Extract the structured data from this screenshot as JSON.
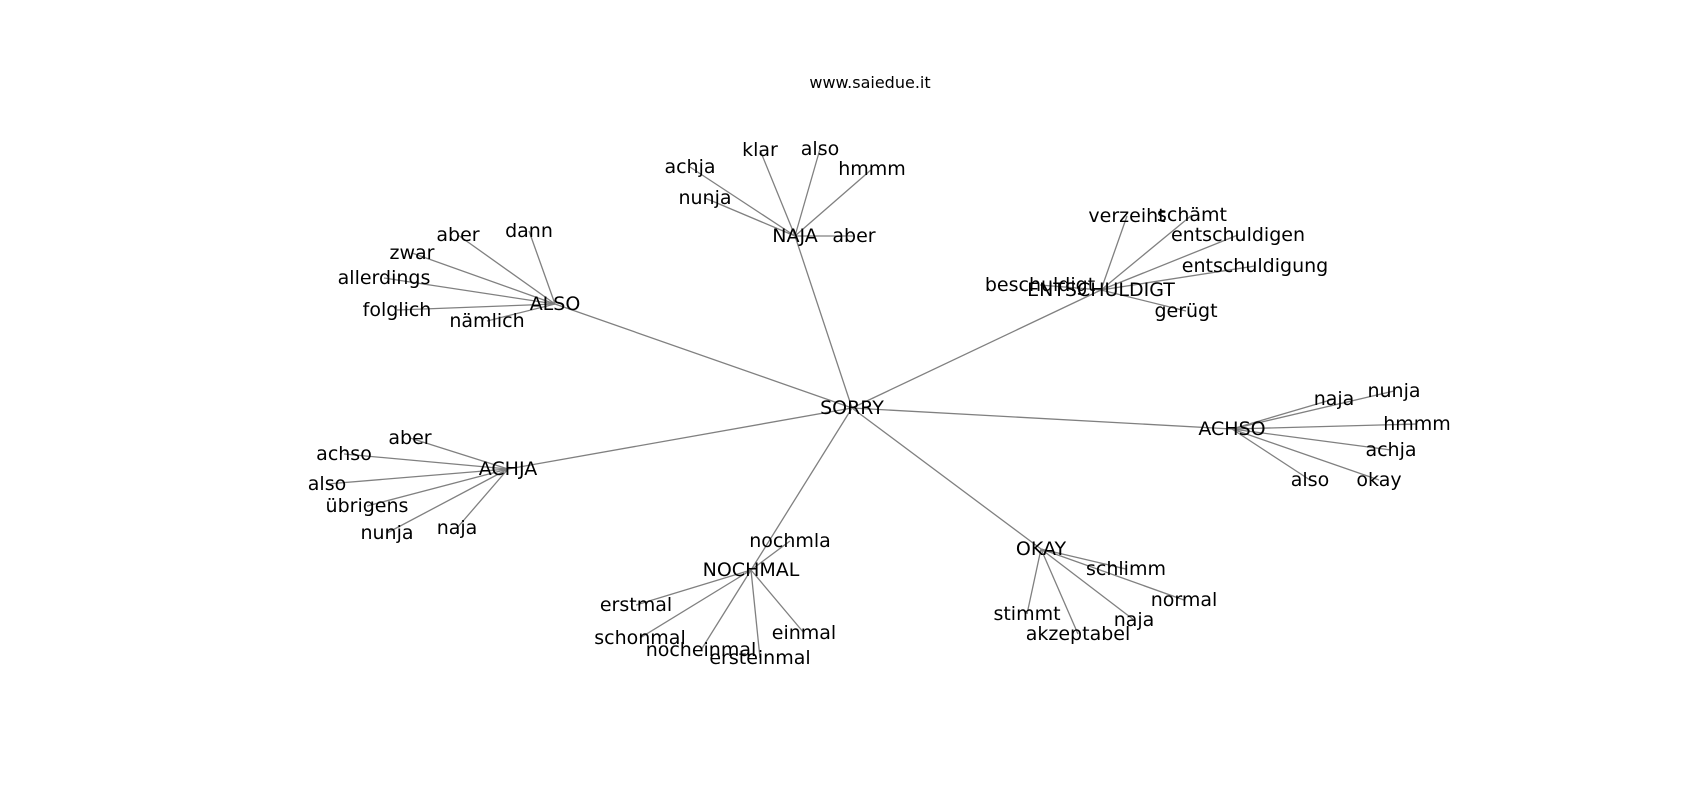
{
  "title": "www.saiedue.it",
  "colors": {
    "edge": "#808080",
    "text": "#000000",
    "background": "#ffffff"
  },
  "graph": {
    "root": "SORRY",
    "hubs": [
      {
        "label": "NAJA",
        "leaves": [
          "achja",
          "klar",
          "also",
          "hmmm",
          "nunja",
          "aber"
        ]
      },
      {
        "label": "ALSO",
        "leaves": [
          "aber",
          "dann",
          "zwar",
          "allerdings",
          "folglich",
          "nämlich"
        ]
      },
      {
        "label": "ENTSCHULDIGT",
        "leaves": [
          "verzeiht",
          "schämt",
          "entschuldigen",
          "entschuldigung",
          "beschuldigt",
          "gerügt"
        ]
      },
      {
        "label": "ACHSO",
        "leaves": [
          "naja",
          "nunja",
          "hmmm",
          "achja",
          "also",
          "okay"
        ]
      },
      {
        "label": "ACHJA",
        "leaves": [
          "aber",
          "achso",
          "also",
          "übrigens",
          "nunja",
          "naja"
        ]
      },
      {
        "label": "NOCHMAL",
        "leaves": [
          "nochmla",
          "erstmal",
          "schonmal",
          "nocheinmal",
          "ersteinmal",
          "einmal"
        ]
      },
      {
        "label": "OKAY",
        "leaves": [
          "schlimm",
          "normal",
          "naja",
          "stimmt",
          "akzeptabel"
        ]
      }
    ]
  }
}
